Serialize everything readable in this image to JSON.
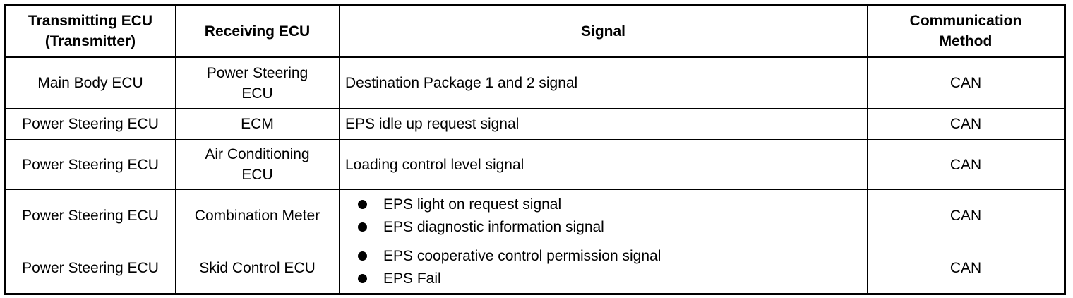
{
  "table": {
    "headers": [
      "Transmitting ECU\n(Transmitter)",
      "Receiving ECU",
      "Signal",
      "Communication\nMethod"
    ],
    "header_lines": [
      [
        "Transmitting ECU",
        "(Transmitter)"
      ],
      [
        "Receiving ECU"
      ],
      [
        "Signal"
      ],
      [
        "Communication",
        "Method"
      ]
    ],
    "rows": [
      {
        "transmitter": "Main Body ECU",
        "receiver_lines": [
          "Power Steering",
          "ECU"
        ],
        "signals": [
          "Destination Package 1 and 2 signal"
        ],
        "bulleted": false,
        "method": "CAN"
      },
      {
        "transmitter": "Power Steering ECU",
        "receiver_lines": [
          "ECM"
        ],
        "signals": [
          "EPS idle up request signal"
        ],
        "bulleted": false,
        "method": "CAN"
      },
      {
        "transmitter": "Power Steering ECU",
        "receiver_lines": [
          "Air Conditioning",
          "ECU"
        ],
        "signals": [
          "Loading control level signal"
        ],
        "bulleted": false,
        "method": "CAN"
      },
      {
        "transmitter": "Power Steering ECU",
        "receiver_lines": [
          "Combination Meter"
        ],
        "signals": [
          "EPS light on request signal",
          "EPS diagnostic information signal"
        ],
        "bulleted": true,
        "method": "CAN"
      },
      {
        "transmitter": "Power Steering ECU",
        "receiver_lines": [
          "Skid Control ECU"
        ],
        "signals": [
          "EPS cooperative control permission signal",
          "EPS Fail"
        ],
        "bulleted": true,
        "method": "CAN"
      }
    ]
  },
  "icons": {
    "bullet": "filled-circle-bullet-icon"
  }
}
